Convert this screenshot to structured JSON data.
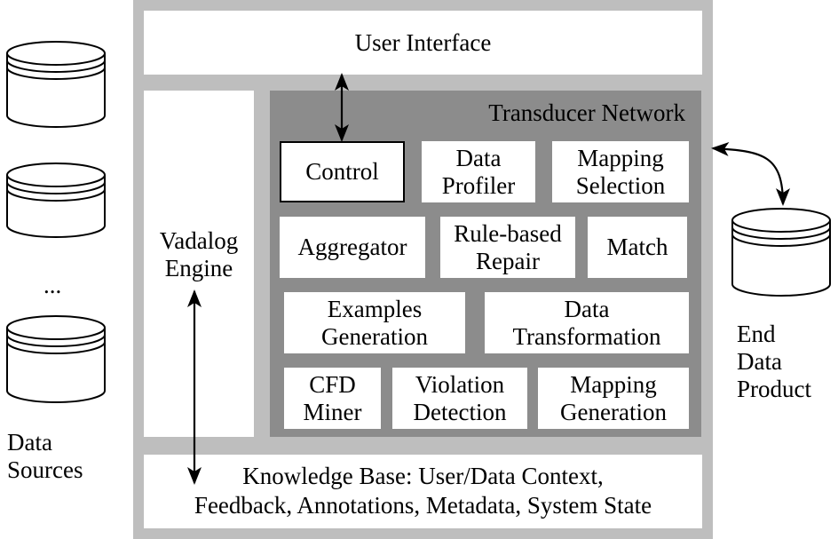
{
  "user_interface": "User Interface",
  "vadalog_engine": "Vadalog\nEngine",
  "transducer_network": {
    "title": "Transducer Network",
    "modules": {
      "control": "Control",
      "data_profiler": "Data\nProfiler",
      "mapping_selection": "Mapping\nSelection",
      "aggregator": "Aggregator",
      "rule_based_repair": "Rule-based\nRepair",
      "match": "Match",
      "examples_generation": "Examples\nGeneration",
      "data_transformation": "Data\nTransformation",
      "cfd_miner": "CFD\nMiner",
      "violation_detection": "Violation\nDetection",
      "mapping_generation": "Mapping\nGeneration"
    }
  },
  "knowledge_base": "Knowledge Base: User/Data Context,\nFeedback, Annotations, Metadata, System State",
  "data_sources": {
    "ellipsis": "...",
    "label": "Data\nSources"
  },
  "end_data_product": "End\nData\nProduct",
  "colors": {
    "outer_frame": "#bebebe",
    "transducer_panel": "#8c8c8c",
    "box": "#ffffff",
    "stroke": "#000000"
  }
}
